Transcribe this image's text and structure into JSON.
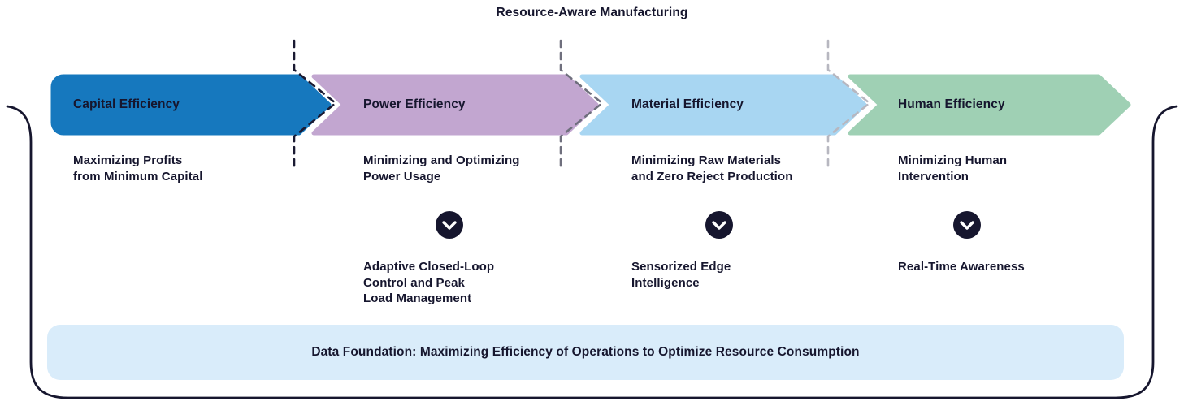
{
  "title": "Resource-Aware Manufacturing",
  "stages": [
    {
      "label": "Capital Efficiency",
      "color": "#1678BE",
      "description": "Maximizing Profits\nfrom Minimum Capital"
    },
    {
      "label": "Power Efficiency",
      "color": "#C2A6D0",
      "description": "Minimizing and Optimizing\nPower Usage",
      "enabler": "Adaptive Closed-Loop\nControl and Peak\nLoad Management"
    },
    {
      "label": "Material Efficiency",
      "color": "#A8D6F2",
      "description": "Minimizing Raw Materials\nand Zero Reject Production",
      "enabler": "Sensorized Edge\nIntelligence"
    },
    {
      "label": "Human Efficiency",
      "color": "#9FD0B4",
      "description": "Minimizing Human\nIntervention",
      "enabler": "Real-Time Awareness"
    }
  ],
  "separators": [
    {
      "color": "#1A1A32"
    },
    {
      "color": "#6F6F7D"
    },
    {
      "color": "#B7B7C0"
    }
  ],
  "foundation": {
    "label": "Data Foundation: Maximizing Efficiency of Operations to Optimize Resource Consumption",
    "background": "#D9ECFA"
  },
  "bracket": {
    "color": "#16162E"
  },
  "icon_circle": {
    "color": "#16162E",
    "icon": "chevron-down"
  },
  "text_color": "#16162E"
}
